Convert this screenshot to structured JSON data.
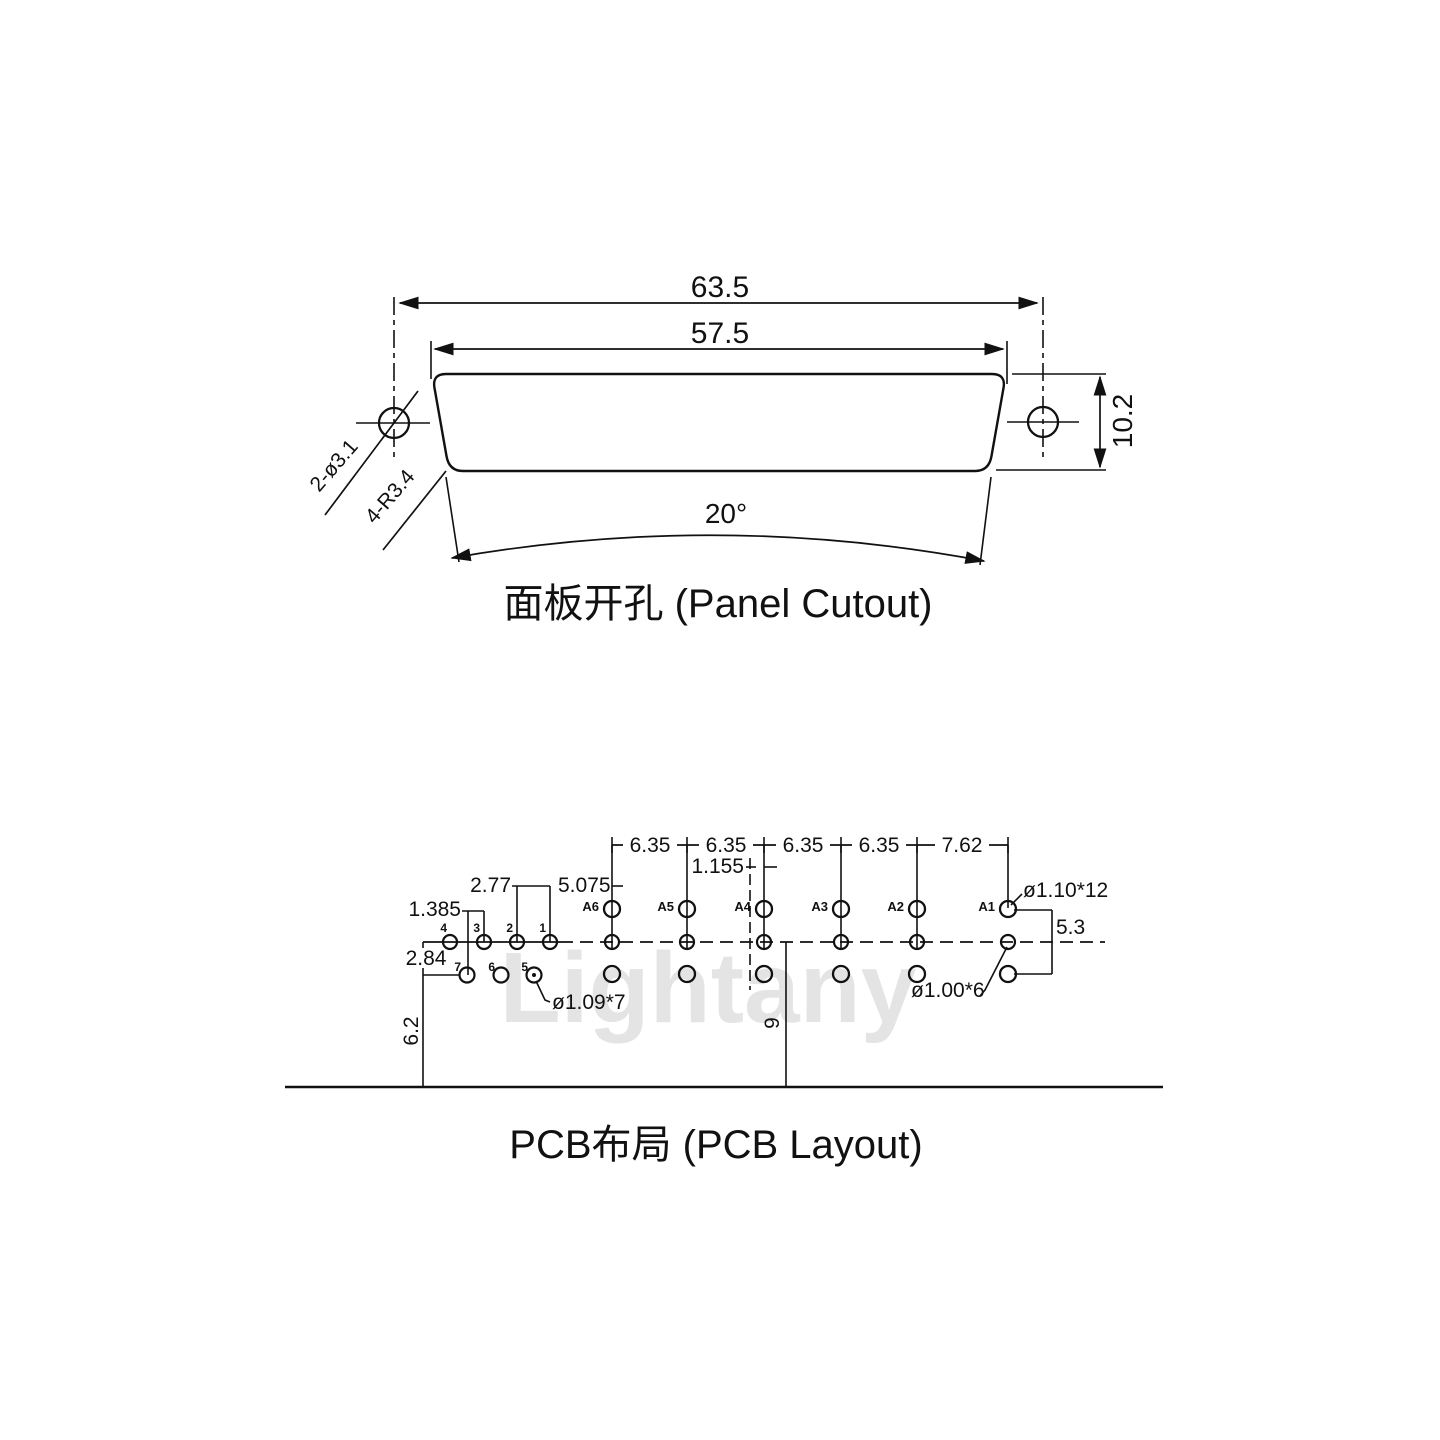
{
  "watermark": "Lightany",
  "panel": {
    "title": "面板开孔 (Panel Cutout)",
    "dim_width_outer": "63.5",
    "dim_width_inner": "57.5",
    "dim_height": "10.2",
    "dim_angle": "20°",
    "label_mount_holes": "2-ø3.1",
    "label_corner_radius": "4-R3.4"
  },
  "pcb": {
    "title": "PCB布局 (PCB Layout)",
    "pitch_dims": [
      "6.35",
      "6.35",
      "6.35",
      "6.35",
      "7.62"
    ],
    "dim_a4_offset": "1.155",
    "dim_row_shift": "1.385",
    "dim_signal_pitch": "2.77",
    "dim_signal_to_coax": "5.075",
    "dim_row_gap": "2.84",
    "dim_edge_left": "6.2",
    "dim_edge_center": "9",
    "dim_right_span": "5.3",
    "label_hole_coax": "ø1.10*12",
    "label_hole_mid": "ø1.00*6",
    "label_hole_signal": "ø1.09*7",
    "coax_labels": [
      "A6",
      "A5",
      "A4",
      "A3",
      "A2",
      "A1"
    ],
    "pin_numbers_top": [
      "4",
      "3",
      "2",
      "1"
    ],
    "pin_numbers_bottom": [
      "7",
      "6",
      "5"
    ]
  }
}
